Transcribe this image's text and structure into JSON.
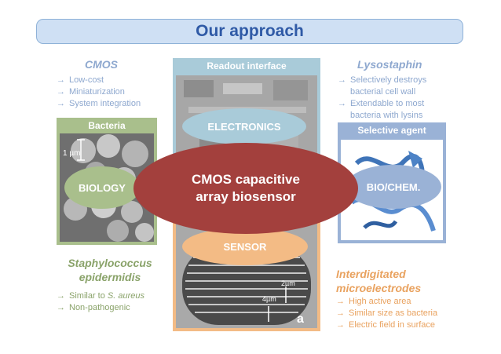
{
  "title": "Our approach",
  "cmos": {
    "heading": "CMOS",
    "bullets": [
      "Low-cost",
      "Miniaturization",
      "System integration"
    ]
  },
  "lysostaphin": {
    "heading": "Lysostaphin",
    "bullets": [
      "Selectively destroys bacterial cell wall",
      "Extendable to most bacteria with lysins"
    ]
  },
  "staph": {
    "heading_line1": "Staphylococcus",
    "heading_line2": "epidermidis",
    "bullet1_prefix": "Similar to ",
    "bullet1_italic": "S. aureus",
    "bullet2": "Non-pathogenic"
  },
  "electrodes": {
    "heading_line1": "Interdigitated",
    "heading_line2": "microelectrodes",
    "bullets": [
      "High active area",
      "Similar size as bacteria",
      "Electric field in surface"
    ]
  },
  "panels": {
    "bacteria": "Bacteria",
    "readout": "Readout interface",
    "selective": "Selective agent"
  },
  "ellipses": {
    "biology": "BIOLOGY",
    "electronics": "ELECTRONICS",
    "sensor": "SENSOR",
    "biochem": "BIO/CHEM.",
    "center_line1": "CMOS capacitive",
    "center_line2": "array biosensor"
  },
  "scale_labels": {
    "bacteria": "1 µm",
    "sensor_a": "2µm",
    "sensor_b": "4µm",
    "panel_letter": "a"
  },
  "colors": {
    "title_blue": "#2f5aa6",
    "biology_green": "#a9bf8c",
    "readout_blue": "#a9cbd9",
    "sensor_orange": "#f3bb85",
    "selective_blue": "#9ab2d6",
    "center_red": "#a3403d"
  }
}
